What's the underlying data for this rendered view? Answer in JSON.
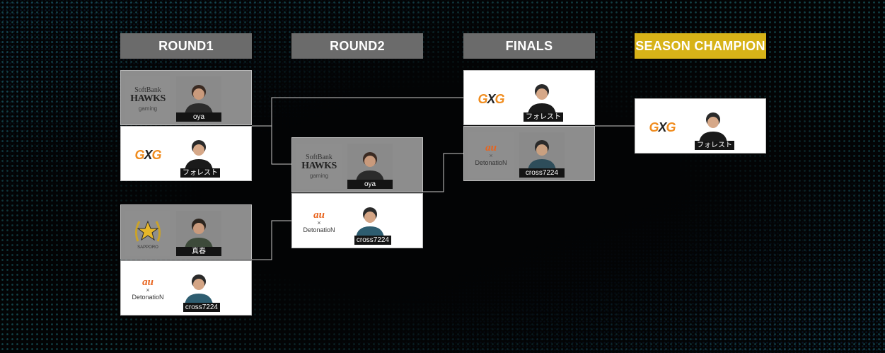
{
  "headers": {
    "round1": "ROUND1",
    "round2": "ROUND2",
    "finals": "FINALS",
    "champion": "SEASON CHAMPION"
  },
  "logos": {
    "softbank": {
      "line1": "SoftBank",
      "line2": "HAWKS",
      "line3": "gaming"
    },
    "gxg": {
      "g1": "G",
      "x": "X",
      "g2": "G"
    },
    "au_detonation": {
      "au": "au",
      "x": "×",
      "name": "DetonatioN"
    },
    "sapporo": {
      "tag": "SAPPORO"
    }
  },
  "bracket": {
    "round1": [
      {
        "team": "softbank",
        "player": "oya",
        "result": "lose"
      },
      {
        "team": "gxg",
        "player": "フォレスト",
        "result": "win"
      },
      {
        "team": "sapporo",
        "player": "真春",
        "result": "lose"
      },
      {
        "team": "au_detonation",
        "player": "cross7224",
        "result": "win"
      }
    ],
    "round2": [
      {
        "team": "softbank",
        "player": "oya",
        "result": "lose"
      },
      {
        "team": "au_detonation",
        "player": "cross7224",
        "result": "win"
      }
    ],
    "finals": [
      {
        "team": "gxg",
        "player": "フォレスト",
        "result": "win"
      },
      {
        "team": "au_detonation",
        "player": "cross7224",
        "result": "lose"
      }
    ],
    "champion": {
      "team": "gxg",
      "player": "フォレスト"
    }
  },
  "colors": {
    "background": "#030405",
    "header": "#6b6b6b",
    "champion_header": "#d7b318",
    "loser_card": "#8d8d8d",
    "winner_card": "#ffffff",
    "connector": "#c8c8c8",
    "dots": "#288c96"
  }
}
